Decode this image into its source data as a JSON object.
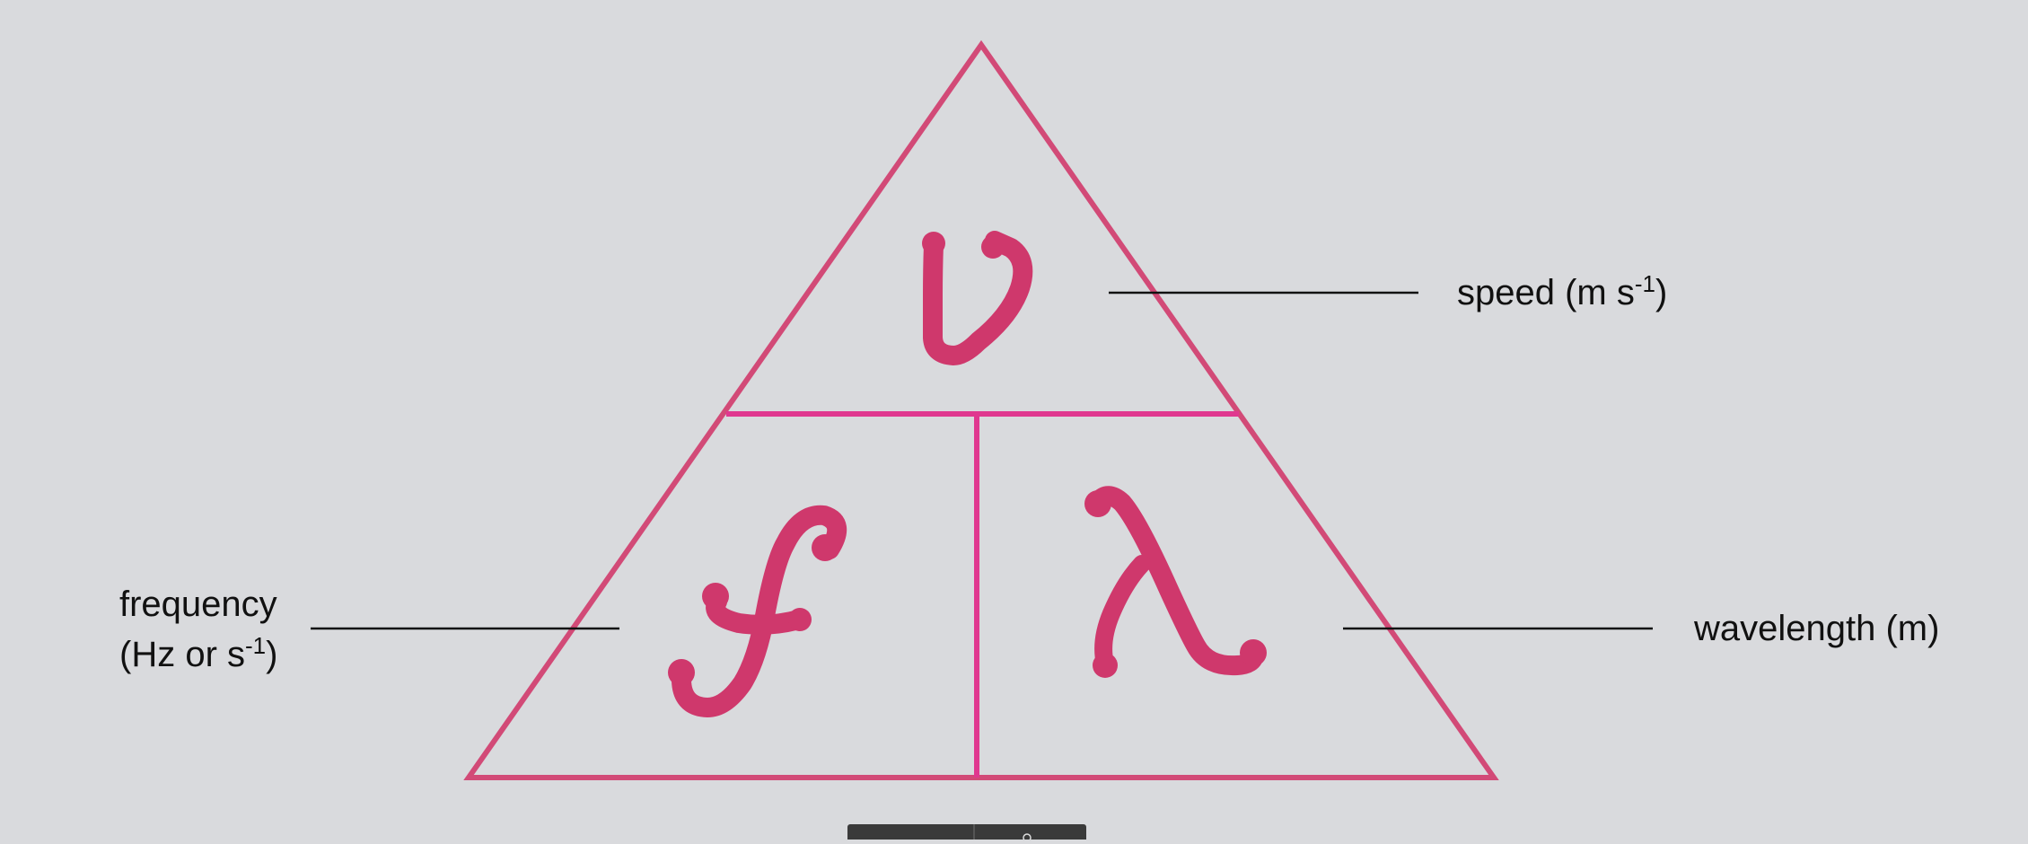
{
  "colors": {
    "background": "#d9dadd",
    "triangle_outline": "#d24a77",
    "divider": "#e0388f",
    "symbol": "#cf386c",
    "leader_line": "#111111",
    "label_text": "#111111",
    "toolbar": "#3a3a3a"
  },
  "triangle": {
    "top": {
      "symbol": "v",
      "label": {
        "main": "speed (m s",
        "sup": "-1",
        "tail": ")"
      }
    },
    "bottom_left": {
      "symbol": "f",
      "label": {
        "line1": "frequency",
        "line2_main": "(Hz or s",
        "line2_sup": "-1",
        "line2_tail": ")"
      }
    },
    "bottom_right": {
      "symbol": "λ",
      "label": {
        "main": "wavelength (m)"
      }
    }
  },
  "toolbar": {
    "visible": true
  }
}
